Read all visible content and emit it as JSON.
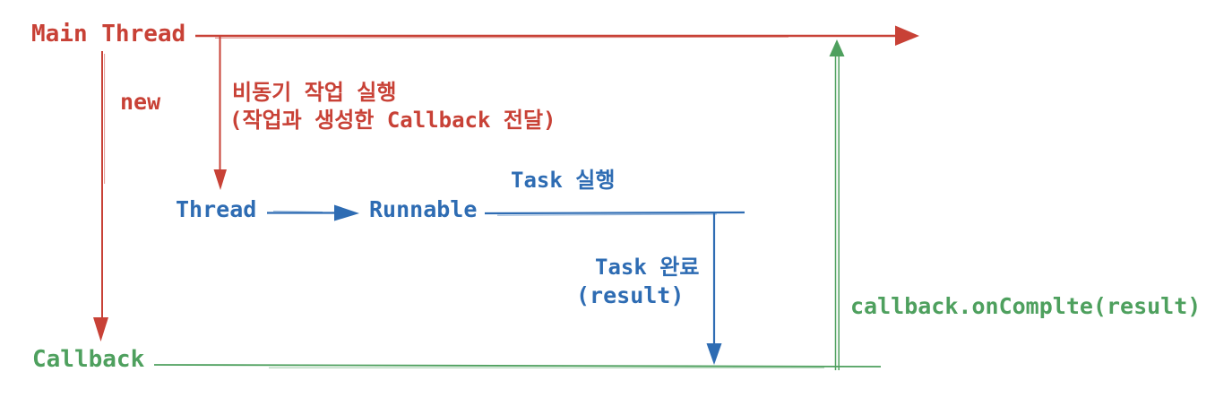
{
  "diagram": {
    "type": "sequence-flow",
    "labels": {
      "main_thread": "Main Thread",
      "new_call": "new",
      "async_exec_line1": "비동기 작업 실행",
      "async_exec_line2": "(작업과 생성한 Callback 전달)",
      "thread": "Thread",
      "runnable": "Runnable",
      "task_run": "Task 실행",
      "task_done": "Task 완료",
      "task_done_result": "(result)",
      "callback": "Callback",
      "on_complete_call": "callback.onComplte(result)"
    },
    "colors": {
      "red": "#c84136",
      "blue": "#2e6cb3",
      "green": "#4ea05e"
    }
  }
}
